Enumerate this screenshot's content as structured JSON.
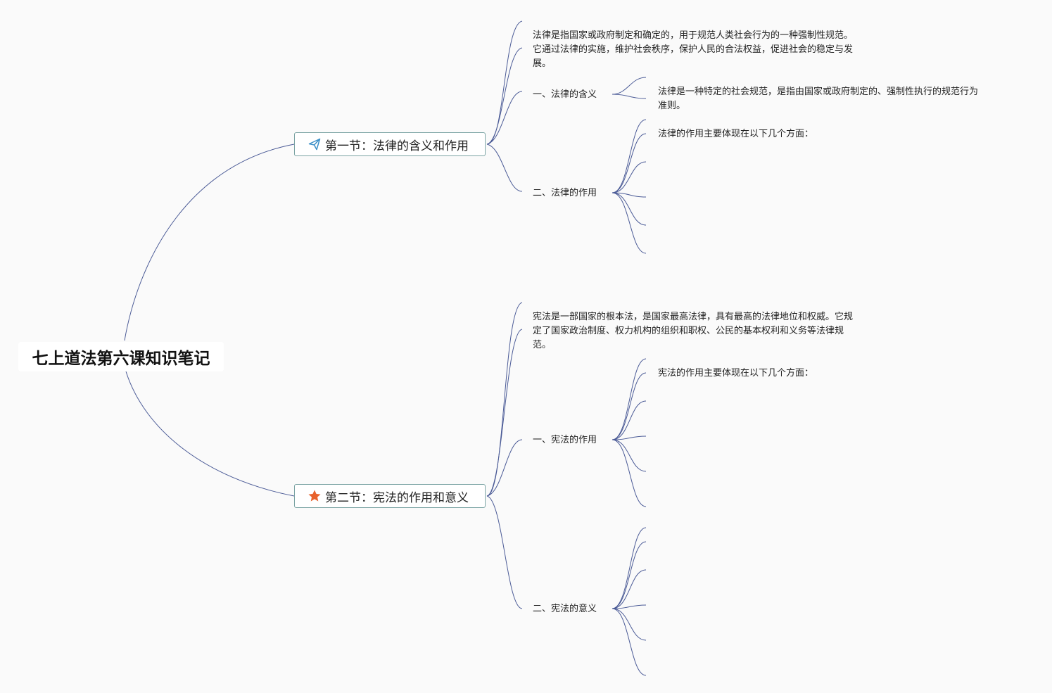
{
  "root": {
    "title": "七上道法第六课知识笔记"
  },
  "sections": [
    {
      "icon": "paper-plane-icon",
      "icon_color": "#3a8fc8",
      "title": "第一节：法律的含义和作用",
      "intro": "法律是指国家或政府制定和确定的，用于规范人类社会行为的一种强制性规范。\n它通过法律的实施，维护社会秩序，保护人民的合法权益，促进社会的稳定与发\n展。",
      "topics": [
        {
          "label": "一、法律的含义",
          "detail": "法律是一种特定的社会规范，是指由国家或政府制定的、强制性执行的规范行为\n准则。"
        },
        {
          "label": "二、法律的作用",
          "detail": "法律的作用主要体现在以下几个方面："
        }
      ]
    },
    {
      "icon": "star-icon",
      "icon_color": "#e8622c",
      "title": "第二节：宪法的作用和意义",
      "intro": "宪法是一部国家的根本法，是国家最高法律，具有最高的法律地位和权威。它规\n定了国家政治制度、权力机构的组织和职权、公民的基本权利和义务等法律规\n范。",
      "topics": [
        {
          "label": "一、宪法的作用",
          "detail": "宪法的作用主要体现在以下几个方面："
        },
        {
          "label": "二、宪法的意义",
          "detail": ""
        }
      ]
    }
  ],
  "colors": {
    "connector": "#4a5a96",
    "section_border": "#7aa3a3",
    "background": "#fafafa"
  }
}
